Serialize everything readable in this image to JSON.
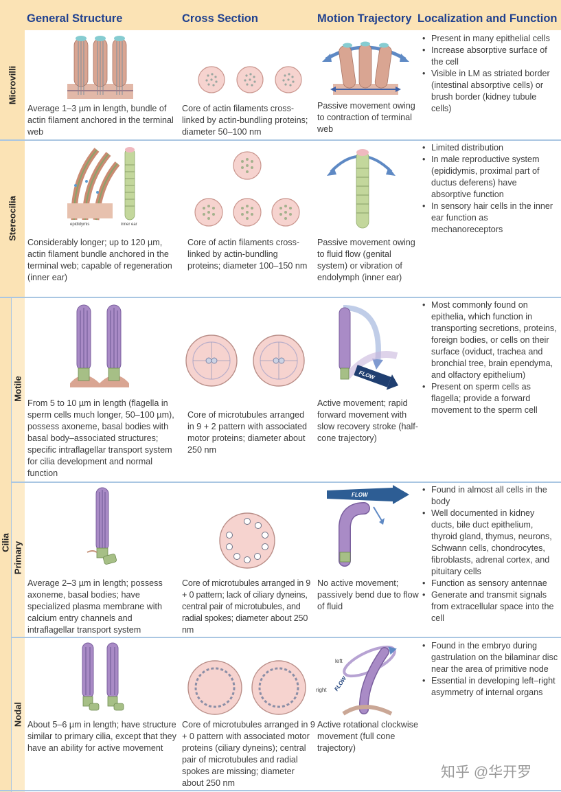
{
  "header": {
    "col1": "General Structure",
    "col2": "Cross Section",
    "col3": "Motion Trajectory",
    "col4": "Localization and Function"
  },
  "labels": {
    "microvilli": "Microvilli",
    "stereocilia": "Stereocilia",
    "cilia": "Cilia",
    "motile": "Motile",
    "primary": "Primary",
    "nodal": "Nodal",
    "epididymis": "epididymis",
    "inner_ear": "inner ear",
    "flow": "FLOW",
    "left": "left",
    "right": "right"
  },
  "rows": {
    "microvilli": {
      "structure": "Average 1–3 µm in length, bundle of actin filament anchored in the terminal web",
      "cross": "Core of actin filaments cross-linked by actin-bundling proteins; diameter 50–100 nm",
      "motion": "Passive movement owing to contraction of terminal web",
      "function": [
        "Present in many epithelial cells",
        "Increase absorptive surface of the cell",
        "Visible in LM as striated border (intestinal absorptive cells) or brush border (kidney tubule cells)"
      ]
    },
    "stereocilia": {
      "structure": "Considerably longer; up to 120 µm, actin filament bundle anchored in the terminal web; capable of regeneration (inner ear)",
      "cross": "Core of actin filaments cross-linked by actin-bundling proteins; diameter 100–150 nm",
      "motion": "Passive movement owing to fluid flow (genital system) or vibration of endolymph (inner ear)",
      "function": [
        "Limited distribution",
        "In male reproductive system (epididymis, proximal part of ductus deferens) have absorptive function",
        "In sensory hair cells in the inner ear function as mechanoreceptors"
      ]
    },
    "motile": {
      "structure": "From 5 to 10 µm in length (flagella in sperm cells much longer, 50–100 µm), possess axoneme, basal bodies with basal body–associated structures; specific intraflagellar transport system for cilia development and normal function",
      "cross": "Core of microtubules arranged in 9 + 2 pattern with associated motor proteins; diameter about 250 nm",
      "motion": "Active movement; rapid forward movement with slow recovery stroke (half-cone trajectory)",
      "function": [
        "Most commonly found on epithelia, which function in transporting secretions, proteins, foreign bodies, or cells on their surface (oviduct, trachea and bronchial tree, brain ependyma, and olfactory epithelium)",
        "Present on sperm cells as flagella; provide a forward movement to the sperm cell"
      ]
    },
    "primary": {
      "structure": "Average 2–3 µm in length; possess axoneme, basal bodies; have specialized plasma membrane with calcium entry channels and intraflagellar transport system",
      "cross": "Core of microtubules arranged in 9 + 0 pattern; lack of ciliary dyneins, central pair of microtubules, and radial spokes; diameter about 250 nm",
      "motion": "No active movement; passively bend due to flow of fluid",
      "function": [
        "Found in almost all cells in the body",
        "Well documented in kidney ducts, bile duct epithelium, thyroid gland, thymus, neurons, Schwann cells, chondrocytes, fibroblasts, adrenal cortex, and pituitary cells",
        "Function as sensory antennae",
        "Generate and transmit signals from extracellular space into the cell"
      ]
    },
    "nodal": {
      "structure": "About 5–6 µm in length; have structure similar to primary cilia, except that they have an ability for active movement",
      "cross": "Core of microtubules arranged in 9 + 0 pattern with associated motor proteins (ciliary dyneins); central pair of microtubules and radial spokes are missing; diameter about 250 nm",
      "motion": "Active rotational clockwise movement (full cone trajectory)",
      "function": [
        "Found in the embryo during gastrulation on the bilaminar disc near the area of primitive node",
        "Essential in developing left–right asymmetry of internal organs"
      ]
    }
  },
  "watermark": "知乎 @华开罗",
  "colors": {
    "header_bg": "#fbe3b5",
    "header_text": "#20418f",
    "divider": "#a9c6e2"
  }
}
